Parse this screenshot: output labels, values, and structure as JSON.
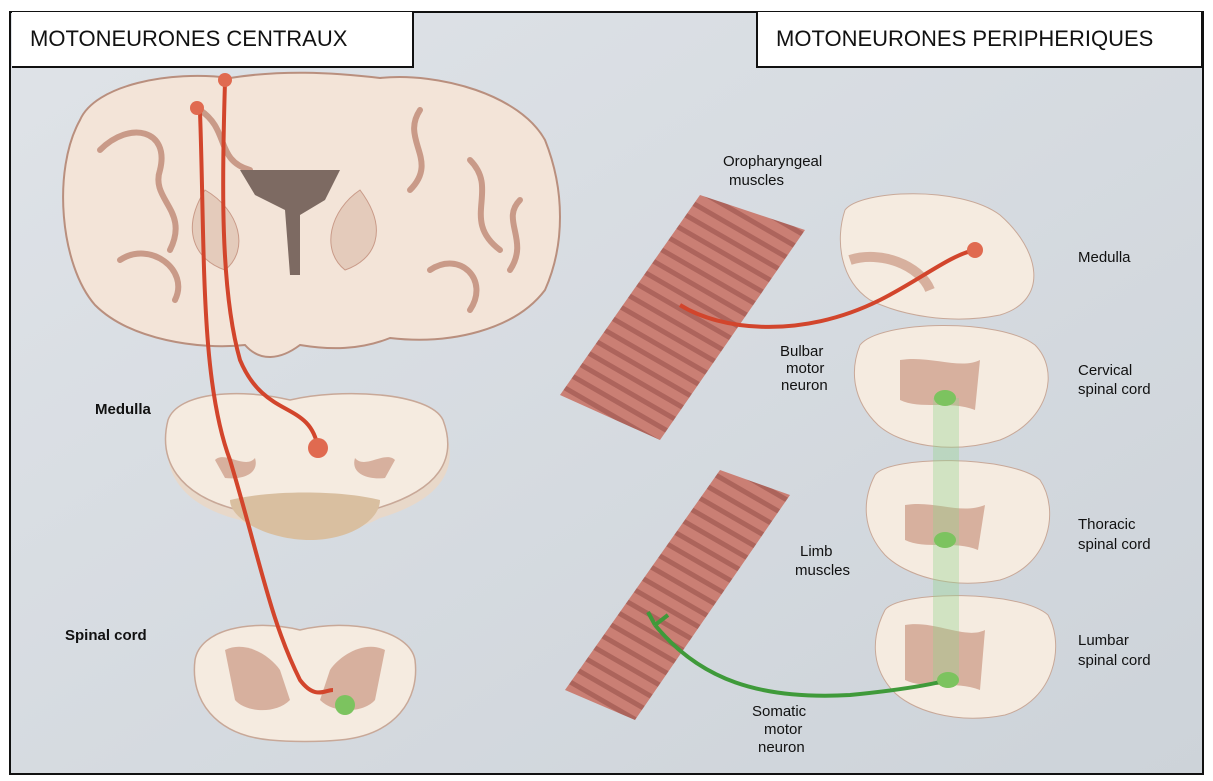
{
  "headers": {
    "left": "MOTONEURONES CENTRAUX",
    "right": "MOTONEURONES PERIPHERIQUES"
  },
  "labels": {
    "medulla_left": "Medulla",
    "spinal_cord_left": "Spinal cord",
    "oropharyngeal_1": "Oropharyngeal",
    "oropharyngeal_2": "muscles",
    "bulbar_1": "Bulbar",
    "bulbar_2": "motor",
    "bulbar_3": "neuron",
    "medulla_right": "Medulla",
    "cervical_1": "Cervical",
    "cervical_2": "spinal cord",
    "thoracic_1": "Thoracic",
    "thoracic_2": "spinal cord",
    "limb_1": "Limb",
    "limb_2": "muscles",
    "lumbar_1": "Lumbar",
    "lumbar_2": "spinal cord",
    "somatic_1": "Somatic",
    "somatic_2": "motor",
    "somatic_3": "neuron"
  },
  "colors": {
    "background": "#d9dee3",
    "tissue": "#f4e8dc",
    "grey_matter": "#d7b09e",
    "muscle": "#c9776b",
    "upper_motor_neuron": "#d2452c",
    "lower_motor_neuron": "#3f9a3a"
  }
}
